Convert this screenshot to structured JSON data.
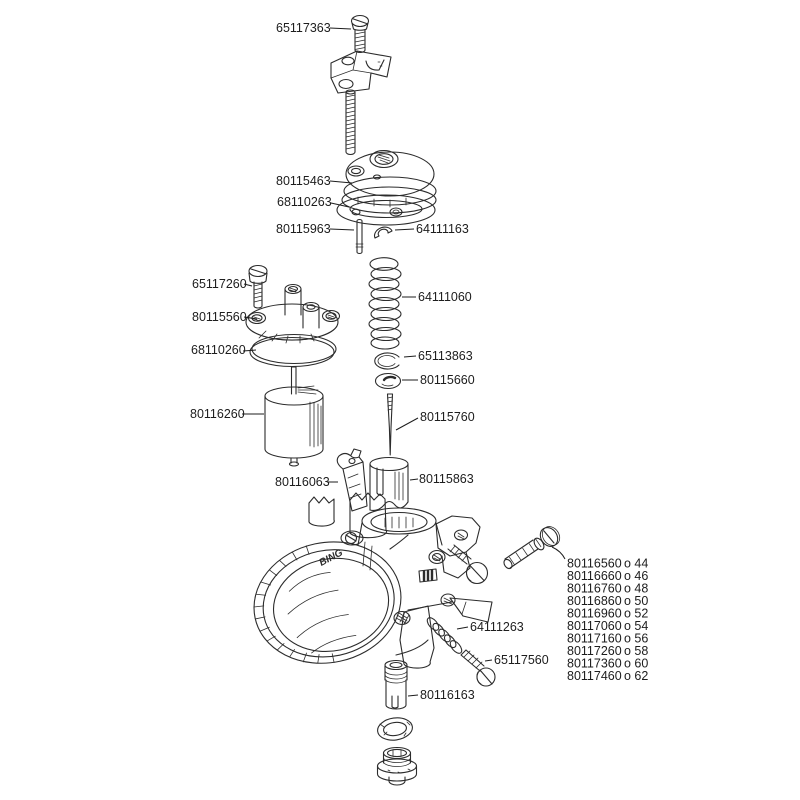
{
  "diagram": {
    "title": "Carburetor exploded parts diagram",
    "body_marking": "BING",
    "background_color": "#ffffff",
    "line_color": "#2c2c2c",
    "text_color": "#1d1d1d"
  },
  "labels": {
    "top_screw": "65117363",
    "top_cover": "80115463",
    "cover_gasket": "68110263",
    "pin": "80115963",
    "pin_clip": "64111163",
    "left_screw": "65117260",
    "diaphragm_cover": "80115560",
    "diaphragm_ring": "68110260",
    "main_spring": "64111060",
    "spring_washer": "65113863",
    "spring_retainer": "80115660",
    "piston": "80116260",
    "needle": "80115760",
    "needle_clip": "80116063",
    "slide_sleeve": "80115863",
    "idle_spring": "64111263",
    "idle_screw": "65117560",
    "jet_holder": "80116163"
  },
  "jet_table": {
    "rows": [
      {
        "part": "80116560",
        "size": "o 44"
      },
      {
        "part": "80116660",
        "size": "o 46"
      },
      {
        "part": "80116760",
        "size": "o 48"
      },
      {
        "part": "80116860",
        "size": "o 50"
      },
      {
        "part": "80116960",
        "size": "o 52"
      },
      {
        "part": "80117060",
        "size": "o 54"
      },
      {
        "part": "80117160",
        "size": "o 56"
      },
      {
        "part": "80117260",
        "size": "o 58"
      },
      {
        "part": "80117360",
        "size": "o 60"
      },
      {
        "part": "80117460",
        "size": "o 62"
      }
    ]
  }
}
